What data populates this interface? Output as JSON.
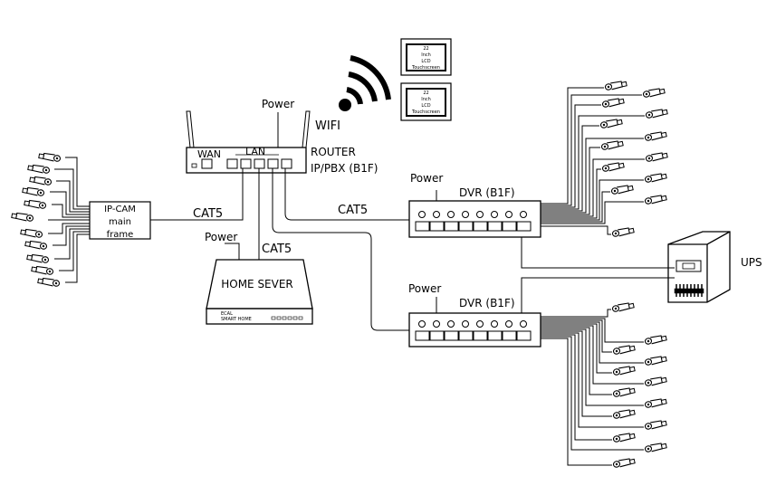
{
  "router": {
    "power_label": "Power",
    "wifi_label": "WIFI",
    "wan_label": "WAN",
    "lan_label": "LAN",
    "name_line1": "ROUTER",
    "name_line2": "IP/PBX (B1F)"
  },
  "lcd": {
    "line1": "22",
    "line2": "Inch",
    "line3": "LCD",
    "line4": "Touchscreen"
  },
  "ipcam": {
    "line1": "IP-CAM",
    "line2": "main",
    "line3": "frame"
  },
  "cables": {
    "cat5_ipcam": "CAT5",
    "cat5_server": "CAT5",
    "cat5_dvr": "CAT5"
  },
  "server": {
    "power_label": "Power",
    "name": "HOME SEVER",
    "brand_line1": "ECAL",
    "brand_line2": "SMART HOME"
  },
  "dvr1": {
    "power_label": "Power",
    "name": "DVR (B1F)"
  },
  "dvr2": {
    "power_label": "Power",
    "name": "DVR (B1F)"
  },
  "ups": {
    "label": "UPS"
  },
  "colors": {
    "line": "#000000",
    "background": "#ffffff"
  }
}
